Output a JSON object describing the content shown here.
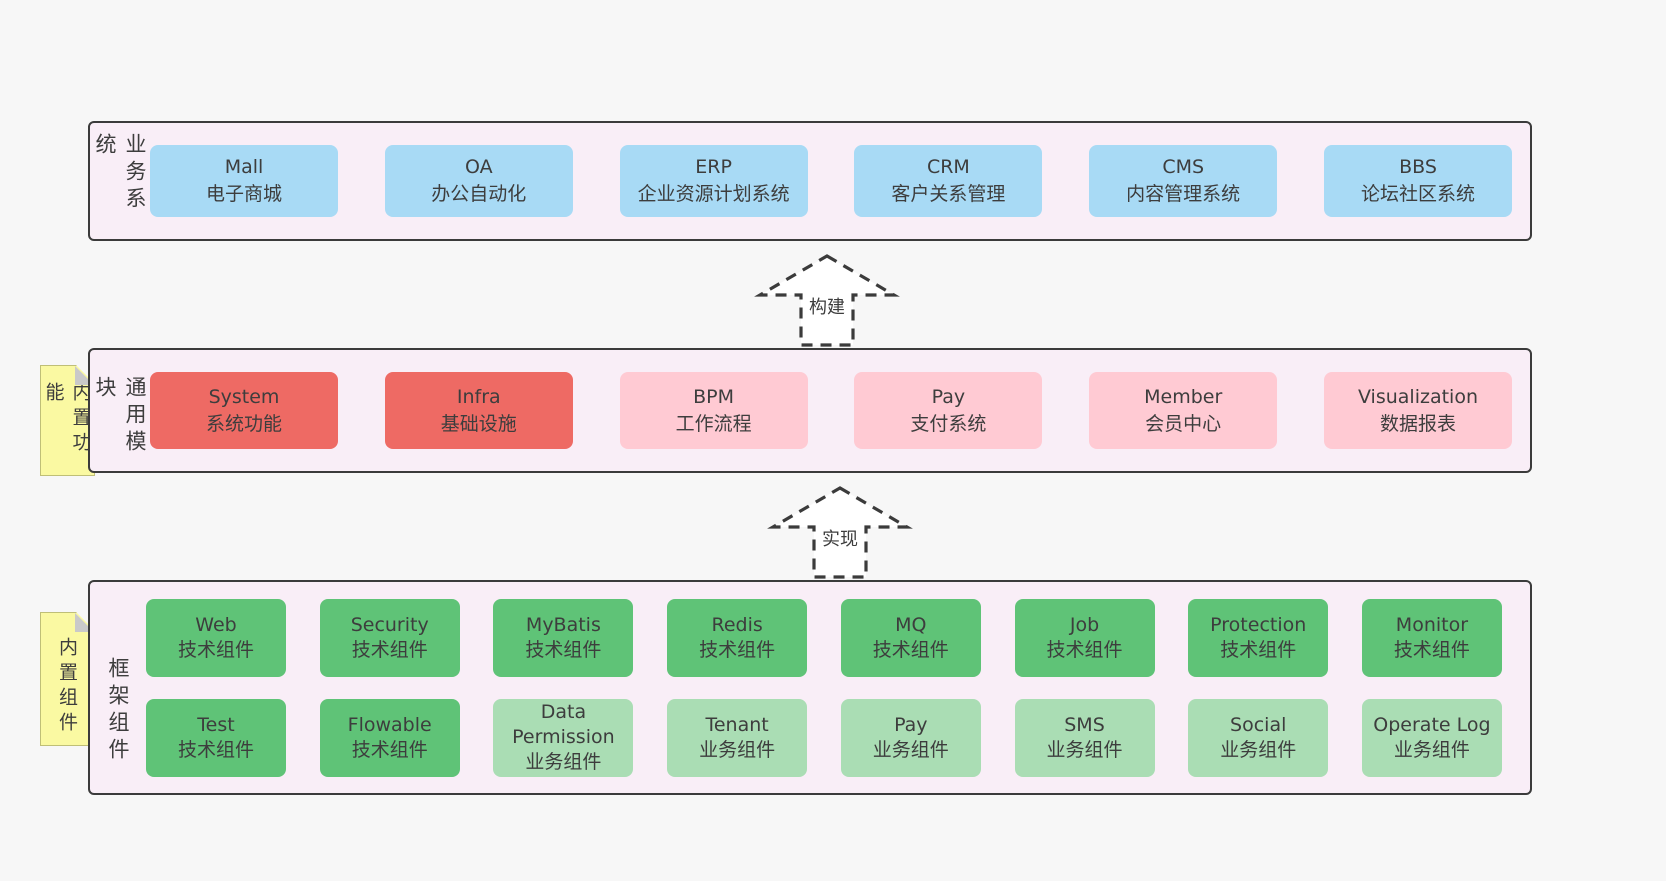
{
  "colors": {
    "page_background": "#F7F7F7",
    "container_background": "#F9EEF7",
    "container_border": "#3B3B3B",
    "text": "#3D3D3D",
    "blue_box": "#A8DAF5",
    "red_box": "#EE6A64",
    "pink_box": "#FFCAD3",
    "green_box": "#5FC377",
    "light_green_box": "#AADDB4",
    "sticky_yellow": "#FAF9A2",
    "sticky_fold_gray": "#C9C9C9"
  },
  "arrows": {
    "build": "构建",
    "implement": "实现"
  },
  "layers": {
    "business": {
      "side_label": "业务系统",
      "boxes": [
        {
          "title": "Mall",
          "subtitle": "电子商城"
        },
        {
          "title": "OA",
          "subtitle": "办公自动化"
        },
        {
          "title": "ERP",
          "subtitle": "企业资源计划系统"
        },
        {
          "title": "CRM",
          "subtitle": "客户关系管理"
        },
        {
          "title": "CMS",
          "subtitle": "内容管理系统"
        },
        {
          "title": "BBS",
          "subtitle": "论坛社区系统"
        }
      ]
    },
    "modules": {
      "sticky_note": "内置功能",
      "side_label": "通用模块",
      "boxes": [
        {
          "title": "System",
          "subtitle": "系统功能",
          "variant": "red"
        },
        {
          "title": "Infra",
          "subtitle": "基础设施",
          "variant": "red"
        },
        {
          "title": "BPM",
          "subtitle": "工作流程",
          "variant": "pink"
        },
        {
          "title": "Pay",
          "subtitle": "支付系统",
          "variant": "pink"
        },
        {
          "title": "Member",
          "subtitle": "会员中心",
          "variant": "pink"
        },
        {
          "title": "Visualization",
          "subtitle": "数据报表",
          "variant": "pink"
        }
      ]
    },
    "components": {
      "sticky_note": "内置组件",
      "side_label": "框架组件",
      "row1": [
        {
          "title": "Web",
          "subtitle": "技术组件",
          "variant": "green"
        },
        {
          "title": "Security",
          "subtitle": "技术组件",
          "variant": "green"
        },
        {
          "title": "MyBatis",
          "subtitle": "技术组件",
          "variant": "green"
        },
        {
          "title": "Redis",
          "subtitle": "技术组件",
          "variant": "green"
        },
        {
          "title": "MQ",
          "subtitle": "技术组件",
          "variant": "green"
        },
        {
          "title": "Job",
          "subtitle": "技术组件",
          "variant": "green"
        },
        {
          "title": "Protection",
          "subtitle": "技术组件",
          "variant": "green"
        },
        {
          "title": "Monitor",
          "subtitle": "技术组件",
          "variant": "green"
        }
      ],
      "row2": [
        {
          "title": "Test",
          "subtitle": "技术组件",
          "variant": "green"
        },
        {
          "title": "Flowable",
          "subtitle": "技术组件",
          "variant": "green"
        },
        {
          "title": "Data Permission",
          "subtitle": "业务组件",
          "variant": "lightgreen"
        },
        {
          "title": "Tenant",
          "subtitle": "业务组件",
          "variant": "lightgreen"
        },
        {
          "title": "Pay",
          "subtitle": "业务组件",
          "variant": "lightgreen"
        },
        {
          "title": "SMS",
          "subtitle": "业务组件",
          "variant": "lightgreen"
        },
        {
          "title": "Social",
          "subtitle": "业务组件",
          "variant": "lightgreen"
        },
        {
          "title": "Operate Log",
          "subtitle": "业务组件",
          "variant": "lightgreen"
        }
      ]
    }
  }
}
